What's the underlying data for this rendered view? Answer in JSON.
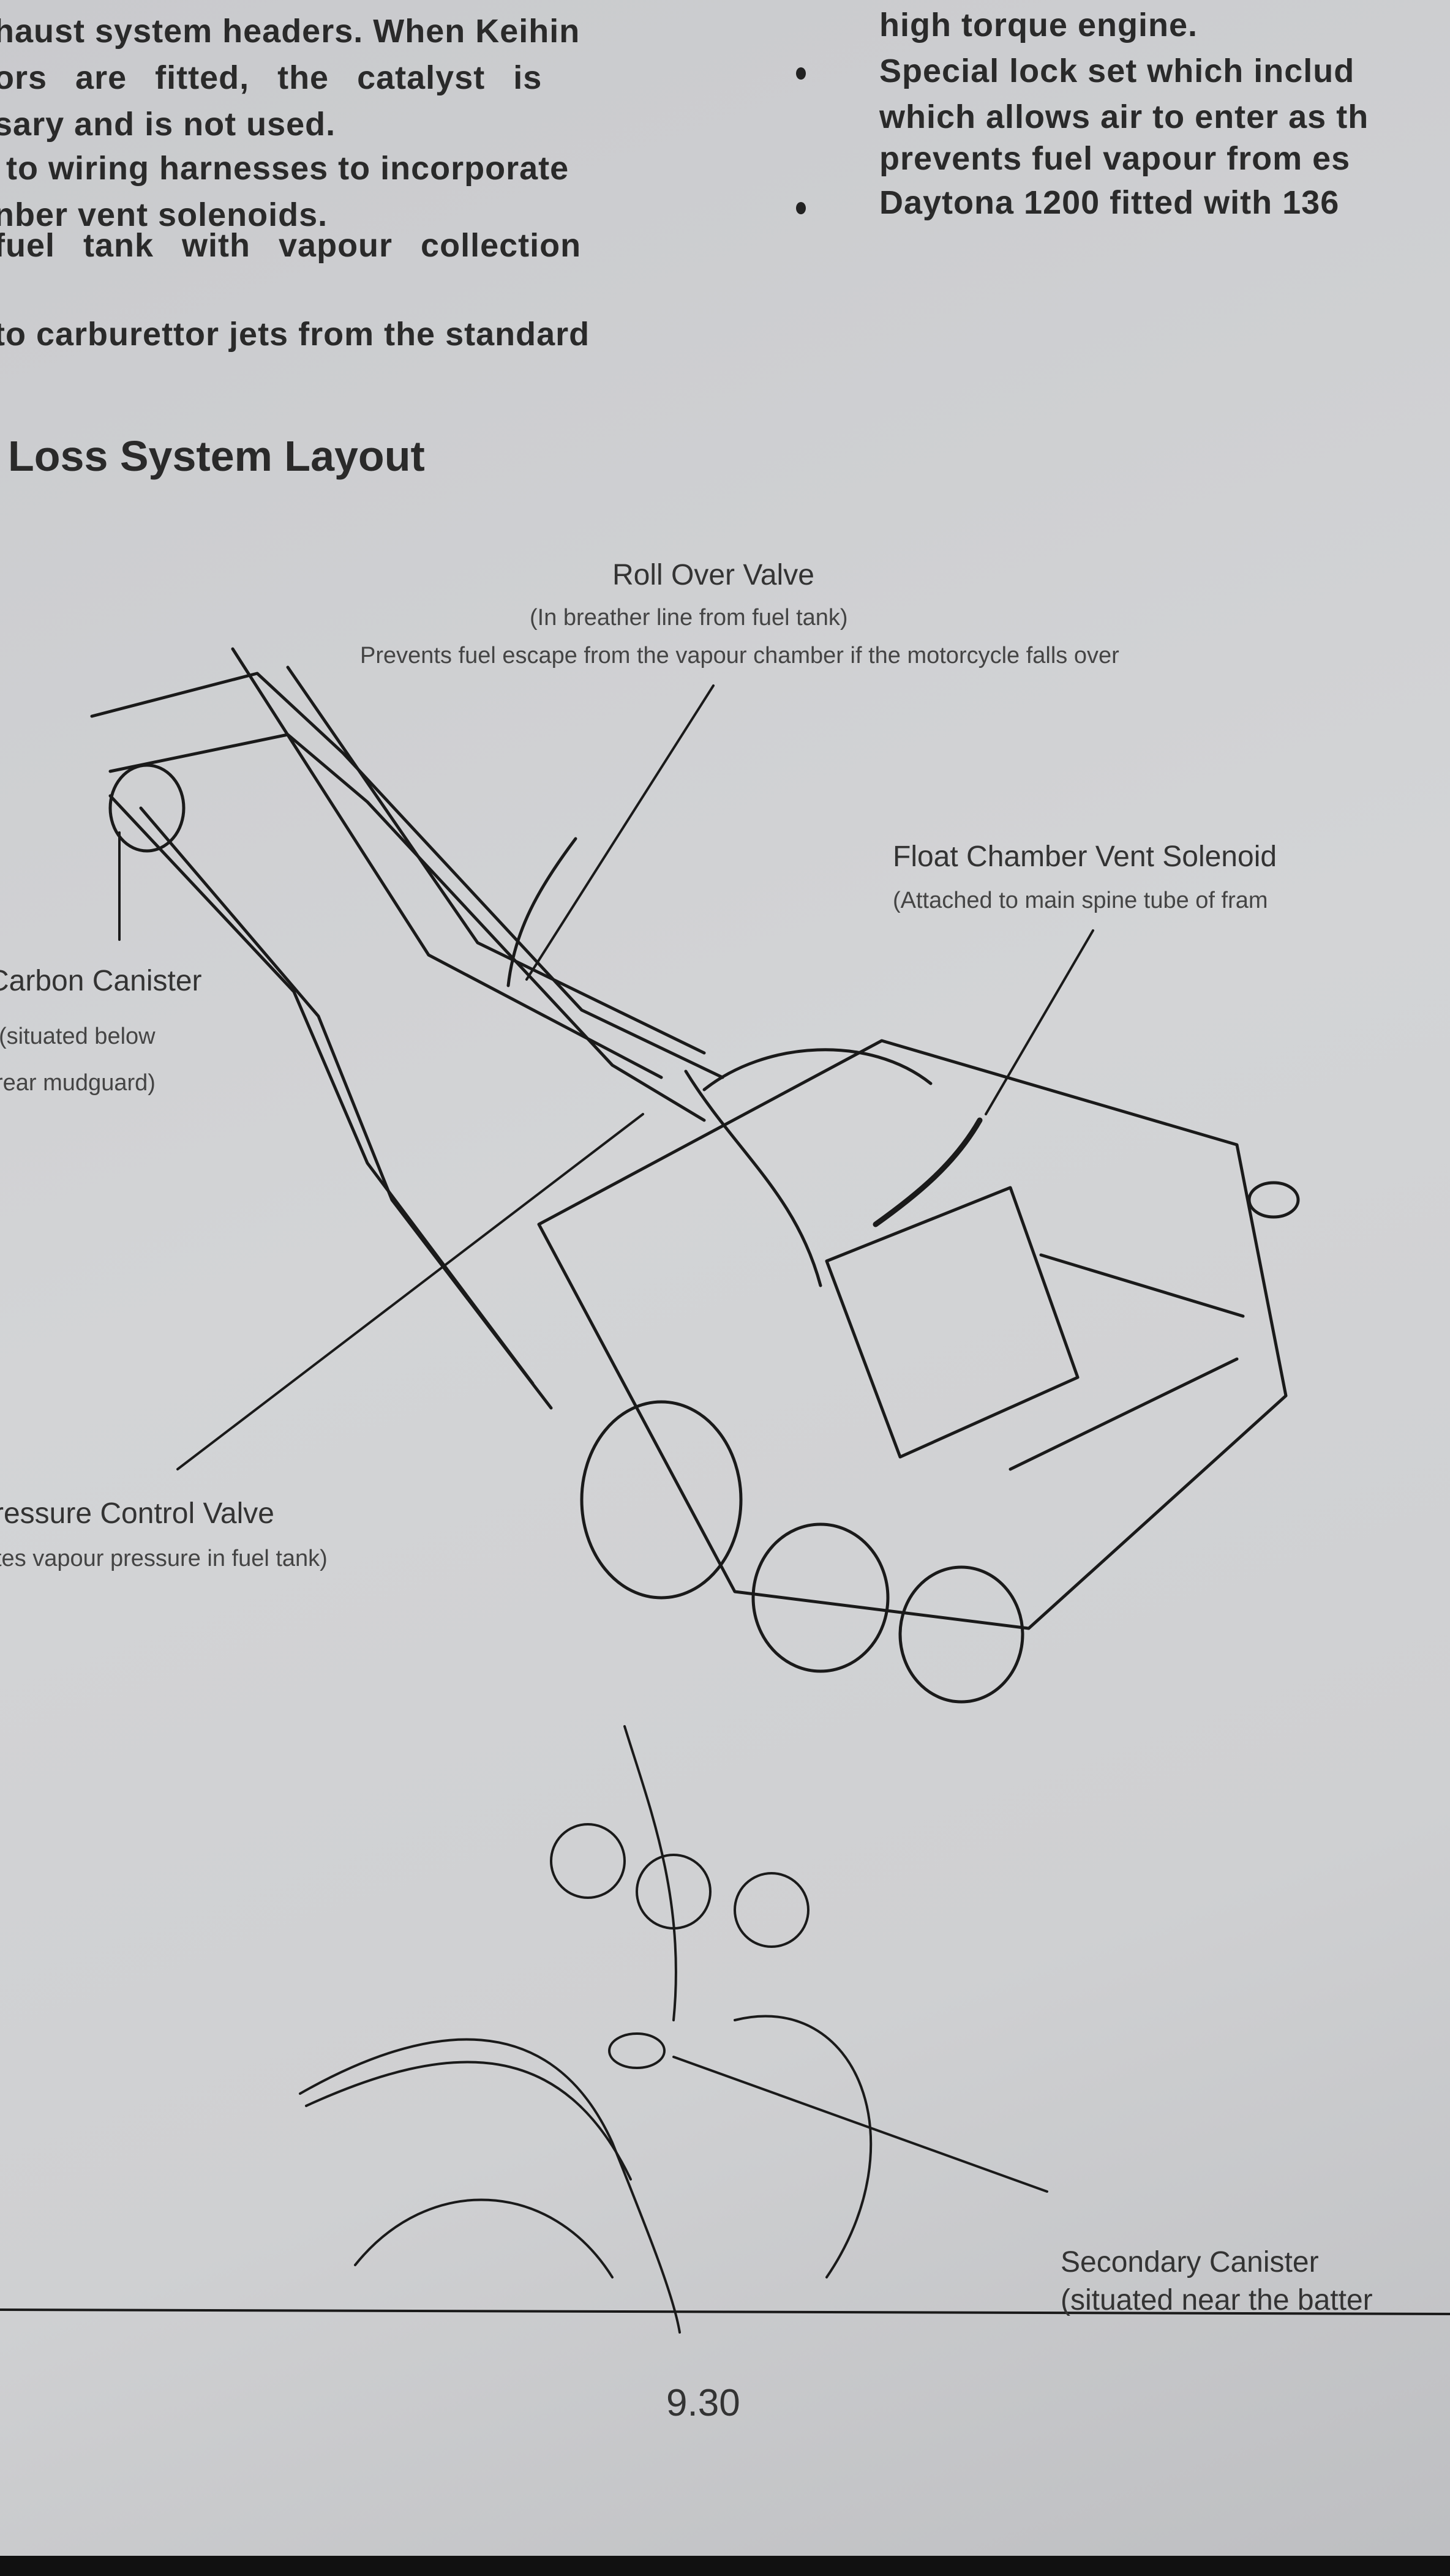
{
  "left_column": [
    "haust system headers.  When Keihin",
    "ors   are   fitted,   the   catalyst   is",
    "sary and is not used.",
    "to wiring harnesses to incorporate",
    "nber vent solenoids.",
    "fuel   tank   with   vapour   collection",
    "to carburettor jets from the standard"
  ],
  "right_column": [
    "high torque engine.",
    "Special lock set which includ",
    "which allows air to enter as th",
    "prevents fuel vapour from es",
    "Daytona 1200 fitted with 136 "
  ],
  "section_heading": "Loss System Layout",
  "diagram_labels": {
    "roll_over_valve": {
      "title": "Roll Over Valve",
      "line1": "(In breather line from fuel tank)",
      "line2": "Prevents fuel escape from the vapour chamber if the motorcycle falls over"
    },
    "float_chamber": {
      "title": "Float Chamber Vent Solenoid",
      "line1": "(Attached to main spine tube of fram"
    },
    "carbon_canister": {
      "title": "Carbon Canister",
      "line1": "(situated below",
      "line2": "rear mudguard)"
    },
    "pressure_valve": {
      "title": "ressure Control Valve",
      "line1": "tes vapour pressure in fuel tank)"
    },
    "secondary_canister": {
      "title": "Secondary Canister",
      "line1": "(situated near the batter"
    }
  },
  "page_number": "9.30"
}
